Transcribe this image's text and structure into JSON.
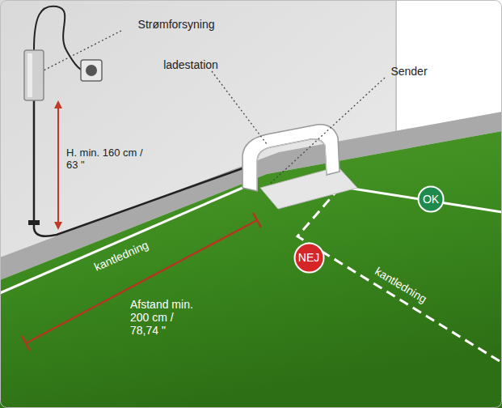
{
  "diagram": {
    "nodes": [
      {
        "text": [
          "OK"
        ]
      },
      {
        "text": [
          "NEJ"
        ]
      }
    ],
    "labels": [
      "Strømforsyning",
      "ladestation",
      "Sender",
      "H. min. 160 cm / 63 \"",
      "kantledning",
      "Afstand min. 200 cm / 78,74 \"",
      "kantledning"
    ]
  }
}
